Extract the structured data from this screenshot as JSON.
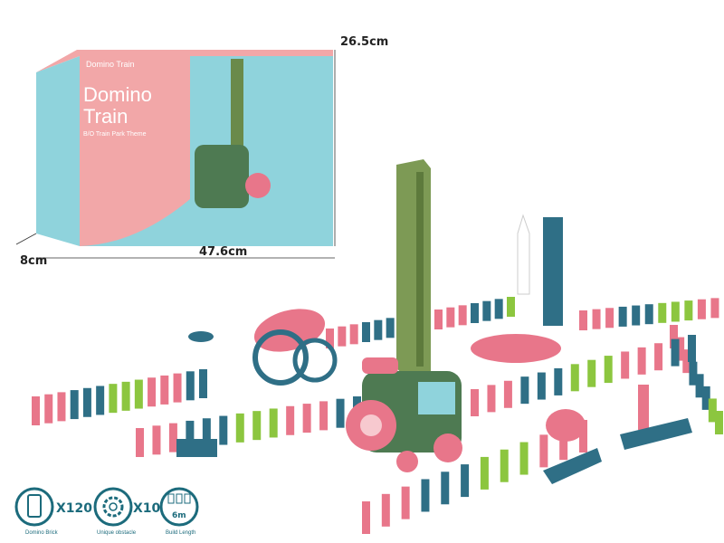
{
  "dimensions": {
    "height": "26.5cm",
    "width": "47.6cm",
    "depth": "8cm"
  },
  "box": {
    "title_line1": "Domino",
    "title_line2": "Train",
    "subtitle": "B/O Train Park Theme",
    "top_title": "Domino Train"
  },
  "features": [
    {
      "icon": "domino-brick-icon",
      "count": "X120",
      "label": "Domino Brick"
    },
    {
      "icon": "gear-icon",
      "count": "X10",
      "label": "Unique obstacle"
    },
    {
      "icon": "build-length-icon",
      "count": "6m",
      "label": "Build Length"
    }
  ],
  "colors": {
    "pink": "#e8768a",
    "teal": "#2f6f86",
    "green": "#8cc63f",
    "olive": "#6a8a4a",
    "box_pink": "#f2a7a8",
    "box_blue": "#8fd3dc",
    "accent": "#1c6b7c"
  }
}
